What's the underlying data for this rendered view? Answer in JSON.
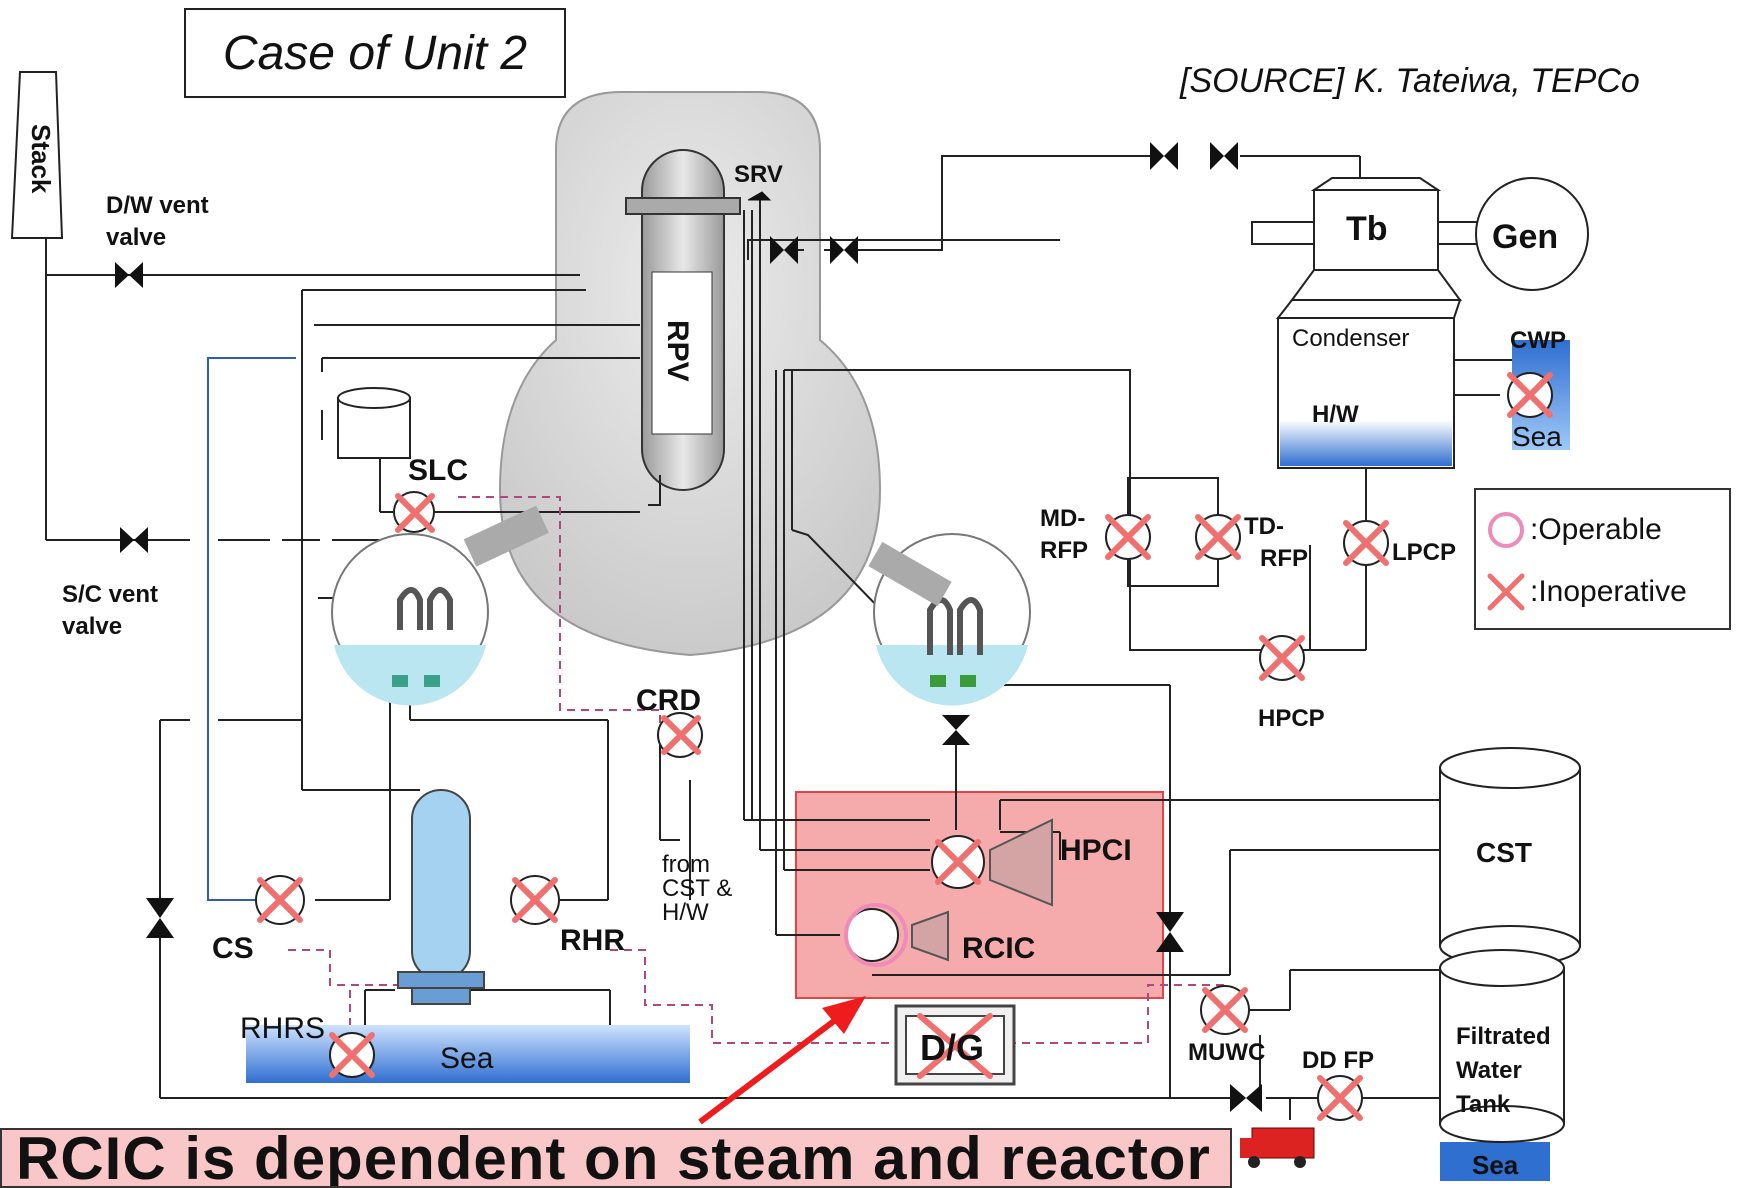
{
  "header": {
    "case_title": "Case of Unit 2",
    "source": "[SOURCE] K. Tateiwa, TEPCo"
  },
  "labels": {
    "stack": "Stack",
    "dw_vent_1": "D/W vent",
    "dw_vent_2": "valve",
    "sc_vent_1": "S/C vent",
    "sc_vent_2": "valve",
    "srv": "SRV",
    "rpv": "RPV",
    "slc": "SLC",
    "crd": "CRD",
    "from_1": "from",
    "from_2": "CST &",
    "from_3": "H/W",
    "cs": "CS",
    "rhr": "RHR",
    "rhrs": "RHRS",
    "sea_left": "Sea",
    "hpci": "HPCI",
    "rcic": "RCIC",
    "dg": "D/G",
    "tb": "Tb",
    "gen": "Gen",
    "condenser": "Condenser",
    "hw": "H/W",
    "cwp": "CWP",
    "sea_cwp": "Sea",
    "md_rfp_1": "MD-",
    "md_rfp_2": "RFP",
    "td_rfp_1": "TD-",
    "td_rfp_2": "RFP",
    "lpcp": "LPCP",
    "hpcp": "HPCP",
    "cst": "CST",
    "muwc": "MUWC",
    "ddfp": "DD FP",
    "ftank_1": "Filtrated",
    "ftank_2": "Water",
    "ftank_3": "Tank",
    "sea_bottom": "Sea"
  },
  "legend": {
    "operable": ":Operable",
    "inoperative": ":Inoperative"
  },
  "callout": {
    "text": "RCIC is dependent on steam and reactor"
  },
  "colors": {
    "vessel_fill": "#d8d8d8",
    "highlight": "#f4a3a3",
    "inoperative": "#f07070",
    "operable": "#ee8bb9",
    "sea": "#3f7fd6",
    "pool": "#b9e6f0",
    "arrow": "#ee1c1c"
  }
}
